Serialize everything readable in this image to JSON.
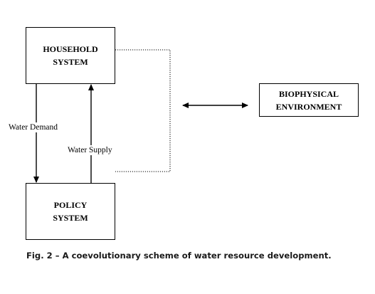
{
  "diagram": {
    "household_system": {
      "line1": "HOUSEHOLD",
      "line2": "SYSTEM"
    },
    "policy_system": {
      "line1": "POLICY",
      "line2": "SYSTEM"
    },
    "biophysical_environment": {
      "line1": "BIOPHYSICAL",
      "line2": "ENVIRONMENT"
    },
    "water_demand_label": "Water Demand",
    "water_supply_label": "Water Supply",
    "colors": {
      "stroke": "#000000",
      "background": "#ffffff"
    }
  },
  "caption": "Fig. 2 – A coevolutionary scheme of water resource development."
}
